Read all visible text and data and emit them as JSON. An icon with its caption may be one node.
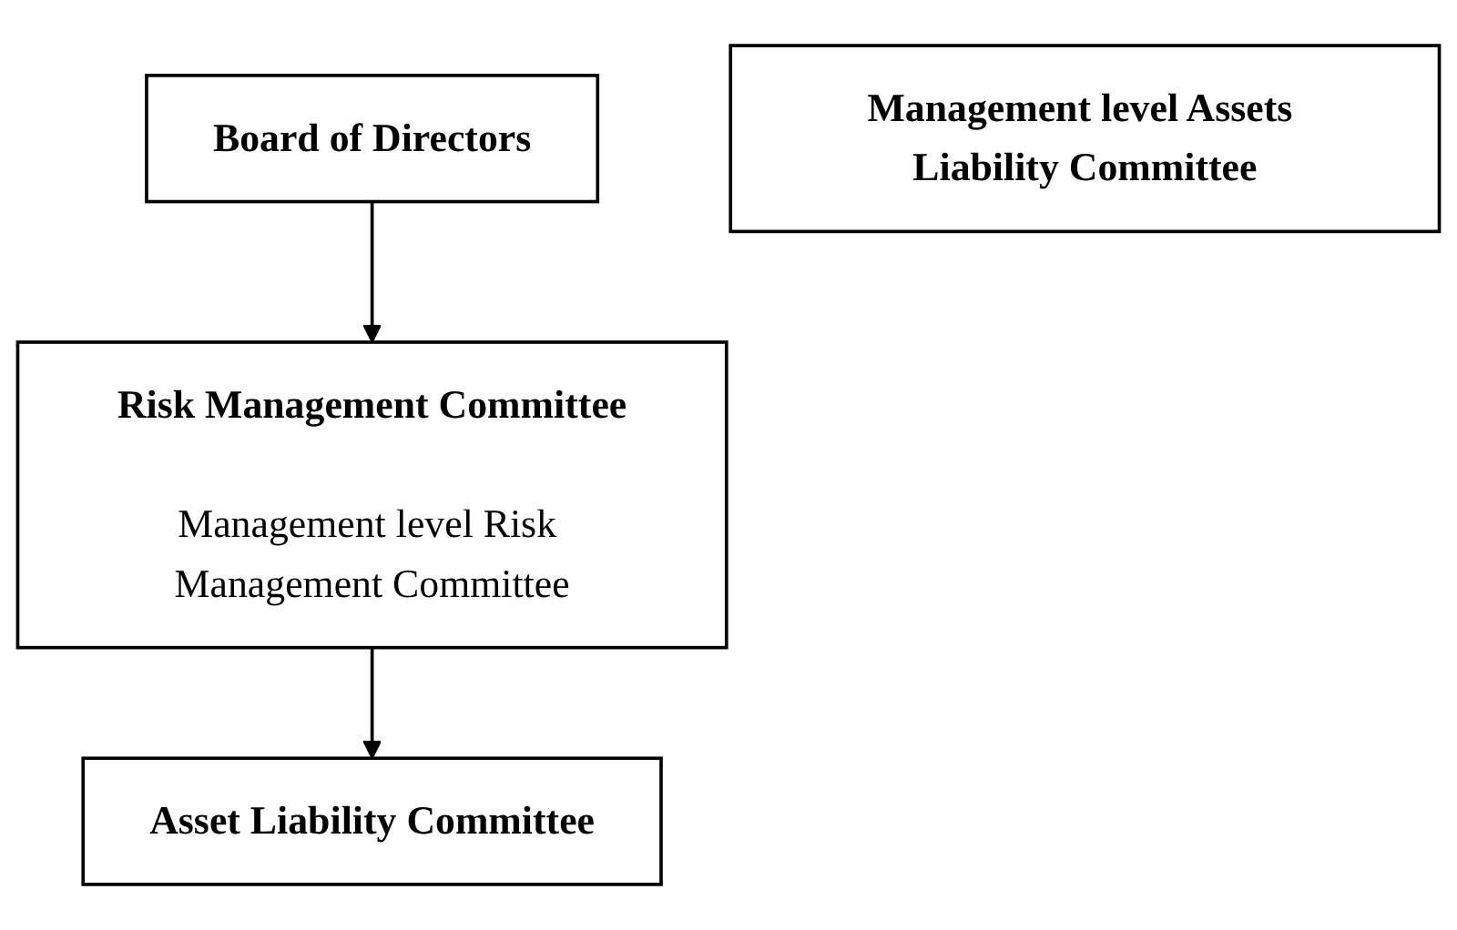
{
  "diagram": {
    "nodes": [
      {
        "text": [
          "Board of Directors"
        ]
      },
      {
        "text": [
          "Risk Management Committee",
          "Management level Risk Management Committee"
        ]
      },
      {
        "text": [
          "Asset Liability Committee"
        ]
      },
      {
        "text": [
          "Management level Assets Liability Committee"
        ]
      }
    ],
    "edges": [
      {
        "from": 0,
        "to": 1,
        "arrow": "to"
      },
      {
        "from": 1,
        "to": 2,
        "arrow": "to"
      }
    ]
  }
}
